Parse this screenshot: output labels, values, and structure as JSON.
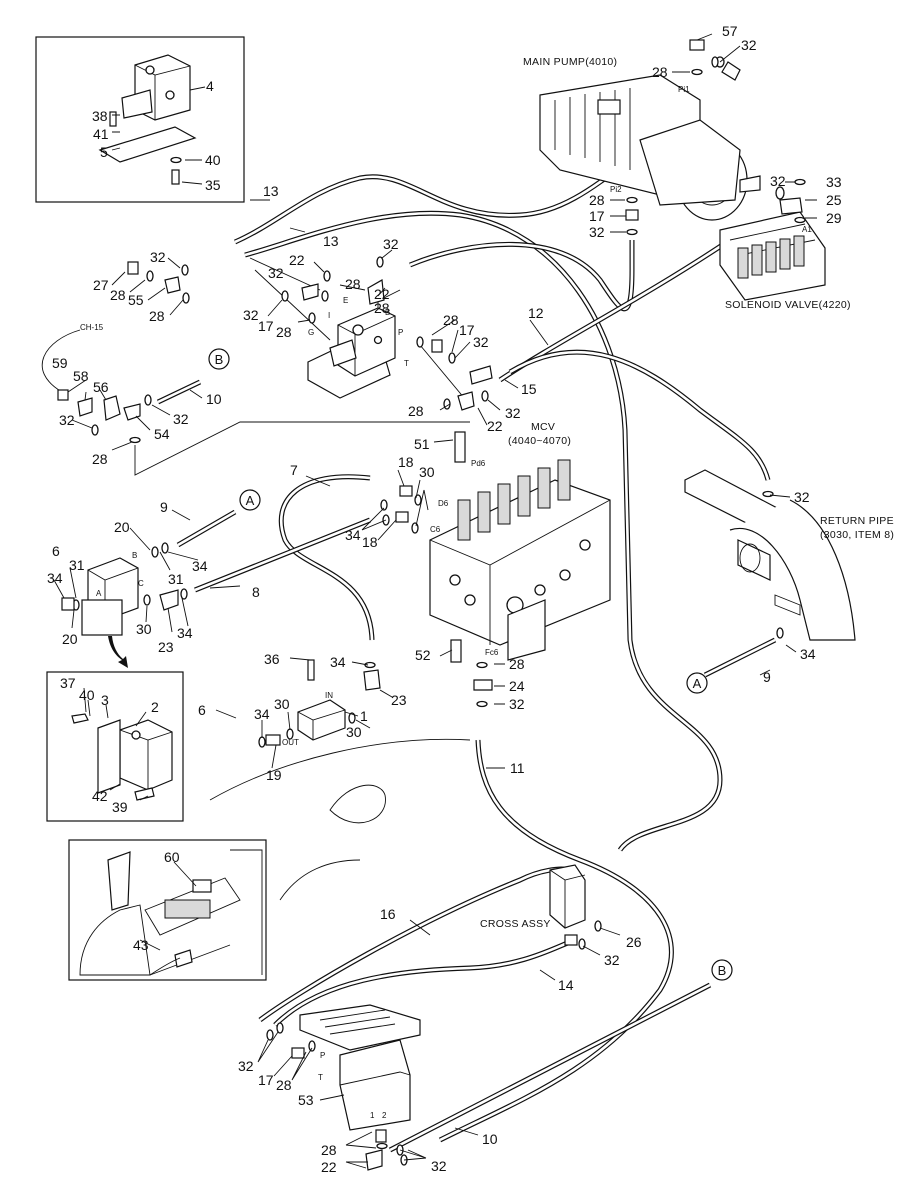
{
  "labels": {
    "main_pump": "MAIN PUMP(4010)",
    "solenoid_valve": "SOLENOID VALVE(4220)",
    "mcv_line1": "MCV",
    "mcv_line2": "(4040~4070)",
    "return_pipe_line1": "RETURN PIPE",
    "return_pipe_line2": "(3030, ITEM 8)",
    "cross_assy": "CROSS ASSY",
    "ch15": "CH-15",
    "port_pi1": "Pi1",
    "port_pi2": "Pi2",
    "port_a1": "A1",
    "port_pd6": "Pd6",
    "port_d6": "D6",
    "port_c6": "C6",
    "port_fc6": "Fc6",
    "port_e": "E",
    "port_b": "B",
    "port_i": "I",
    "port_g": "G",
    "port_p": "P",
    "port_t": "T",
    "port_in": "IN",
    "port_out": "OUT",
    "port_a": "A",
    "port_b2": "B",
    "port_c": "C",
    "port_1": "1",
    "port_2": "2",
    "port_p2": "P",
    "port_t2": "T"
  },
  "callouts": {
    "a": "A",
    "b": "B"
  },
  "parts": {
    "p57": "57",
    "p32a": "32",
    "p28a": "28",
    "p4": "4",
    "p38": "38",
    "p41": "41",
    "p5": "5",
    "p40a": "40",
    "p35": "35",
    "p13a": "13",
    "p13b": "13",
    "p28b": "28",
    "p17a": "17",
    "p32b": "32",
    "p32c": "32",
    "p33": "33",
    "p25": "25",
    "p29": "29",
    "p32d": "32",
    "p27": "27",
    "p28c": "28",
    "p55": "55",
    "p28d": "28",
    "p22a": "22",
    "p32e": "32",
    "p32f": "32",
    "p17b": "17",
    "p28e": "28",
    "p32g": "32",
    "p28f": "28",
    "p22b": "22",
    "p28g": "28",
    "p12": "12",
    "p28h": "28",
    "p17c": "17",
    "p32h": "32",
    "p15": "15",
    "p59": "59",
    "p58": "58",
    "p56": "56",
    "p10a": "10",
    "p32i": "32",
    "p54": "54",
    "p28i": "28",
    "p28j": "28",
    "p22c": "22",
    "p32j": "32",
    "p51": "51",
    "p7": "7",
    "p18a": "18",
    "p30a": "30",
    "p9a": "9",
    "p20a": "20",
    "p31a": "31",
    "p34a": "34",
    "p18b": "18",
    "p6a": "6",
    "p34b": "34",
    "p31b": "31",
    "p20b": "20",
    "p30b": "30",
    "p23a": "23",
    "p34c": "34",
    "p8": "8",
    "p32k": "32",
    "p34d": "34",
    "p9b": "9",
    "p52": "52",
    "p28k": "28",
    "p24": "24",
    "p32l": "32",
    "p36": "36",
    "p34e": "34",
    "p23b": "23",
    "p1": "1",
    "p30c": "30",
    "p6b": "6",
    "p34f": "34",
    "p30d": "30",
    "p19": "19",
    "p37": "37",
    "p40b": "40",
    "p3": "3",
    "p2": "2",
    "p42": "42",
    "p39": "39",
    "p11": "11",
    "p60": "60",
    "p43": "43",
    "p16": "16",
    "p26": "26",
    "p32m": "32",
    "p14": "14",
    "p32n": "32",
    "p17d": "17",
    "p28l": "28",
    "p53": "53",
    "p28m": "28",
    "p22d": "22",
    "p32o": "32",
    "p10b": "10"
  }
}
